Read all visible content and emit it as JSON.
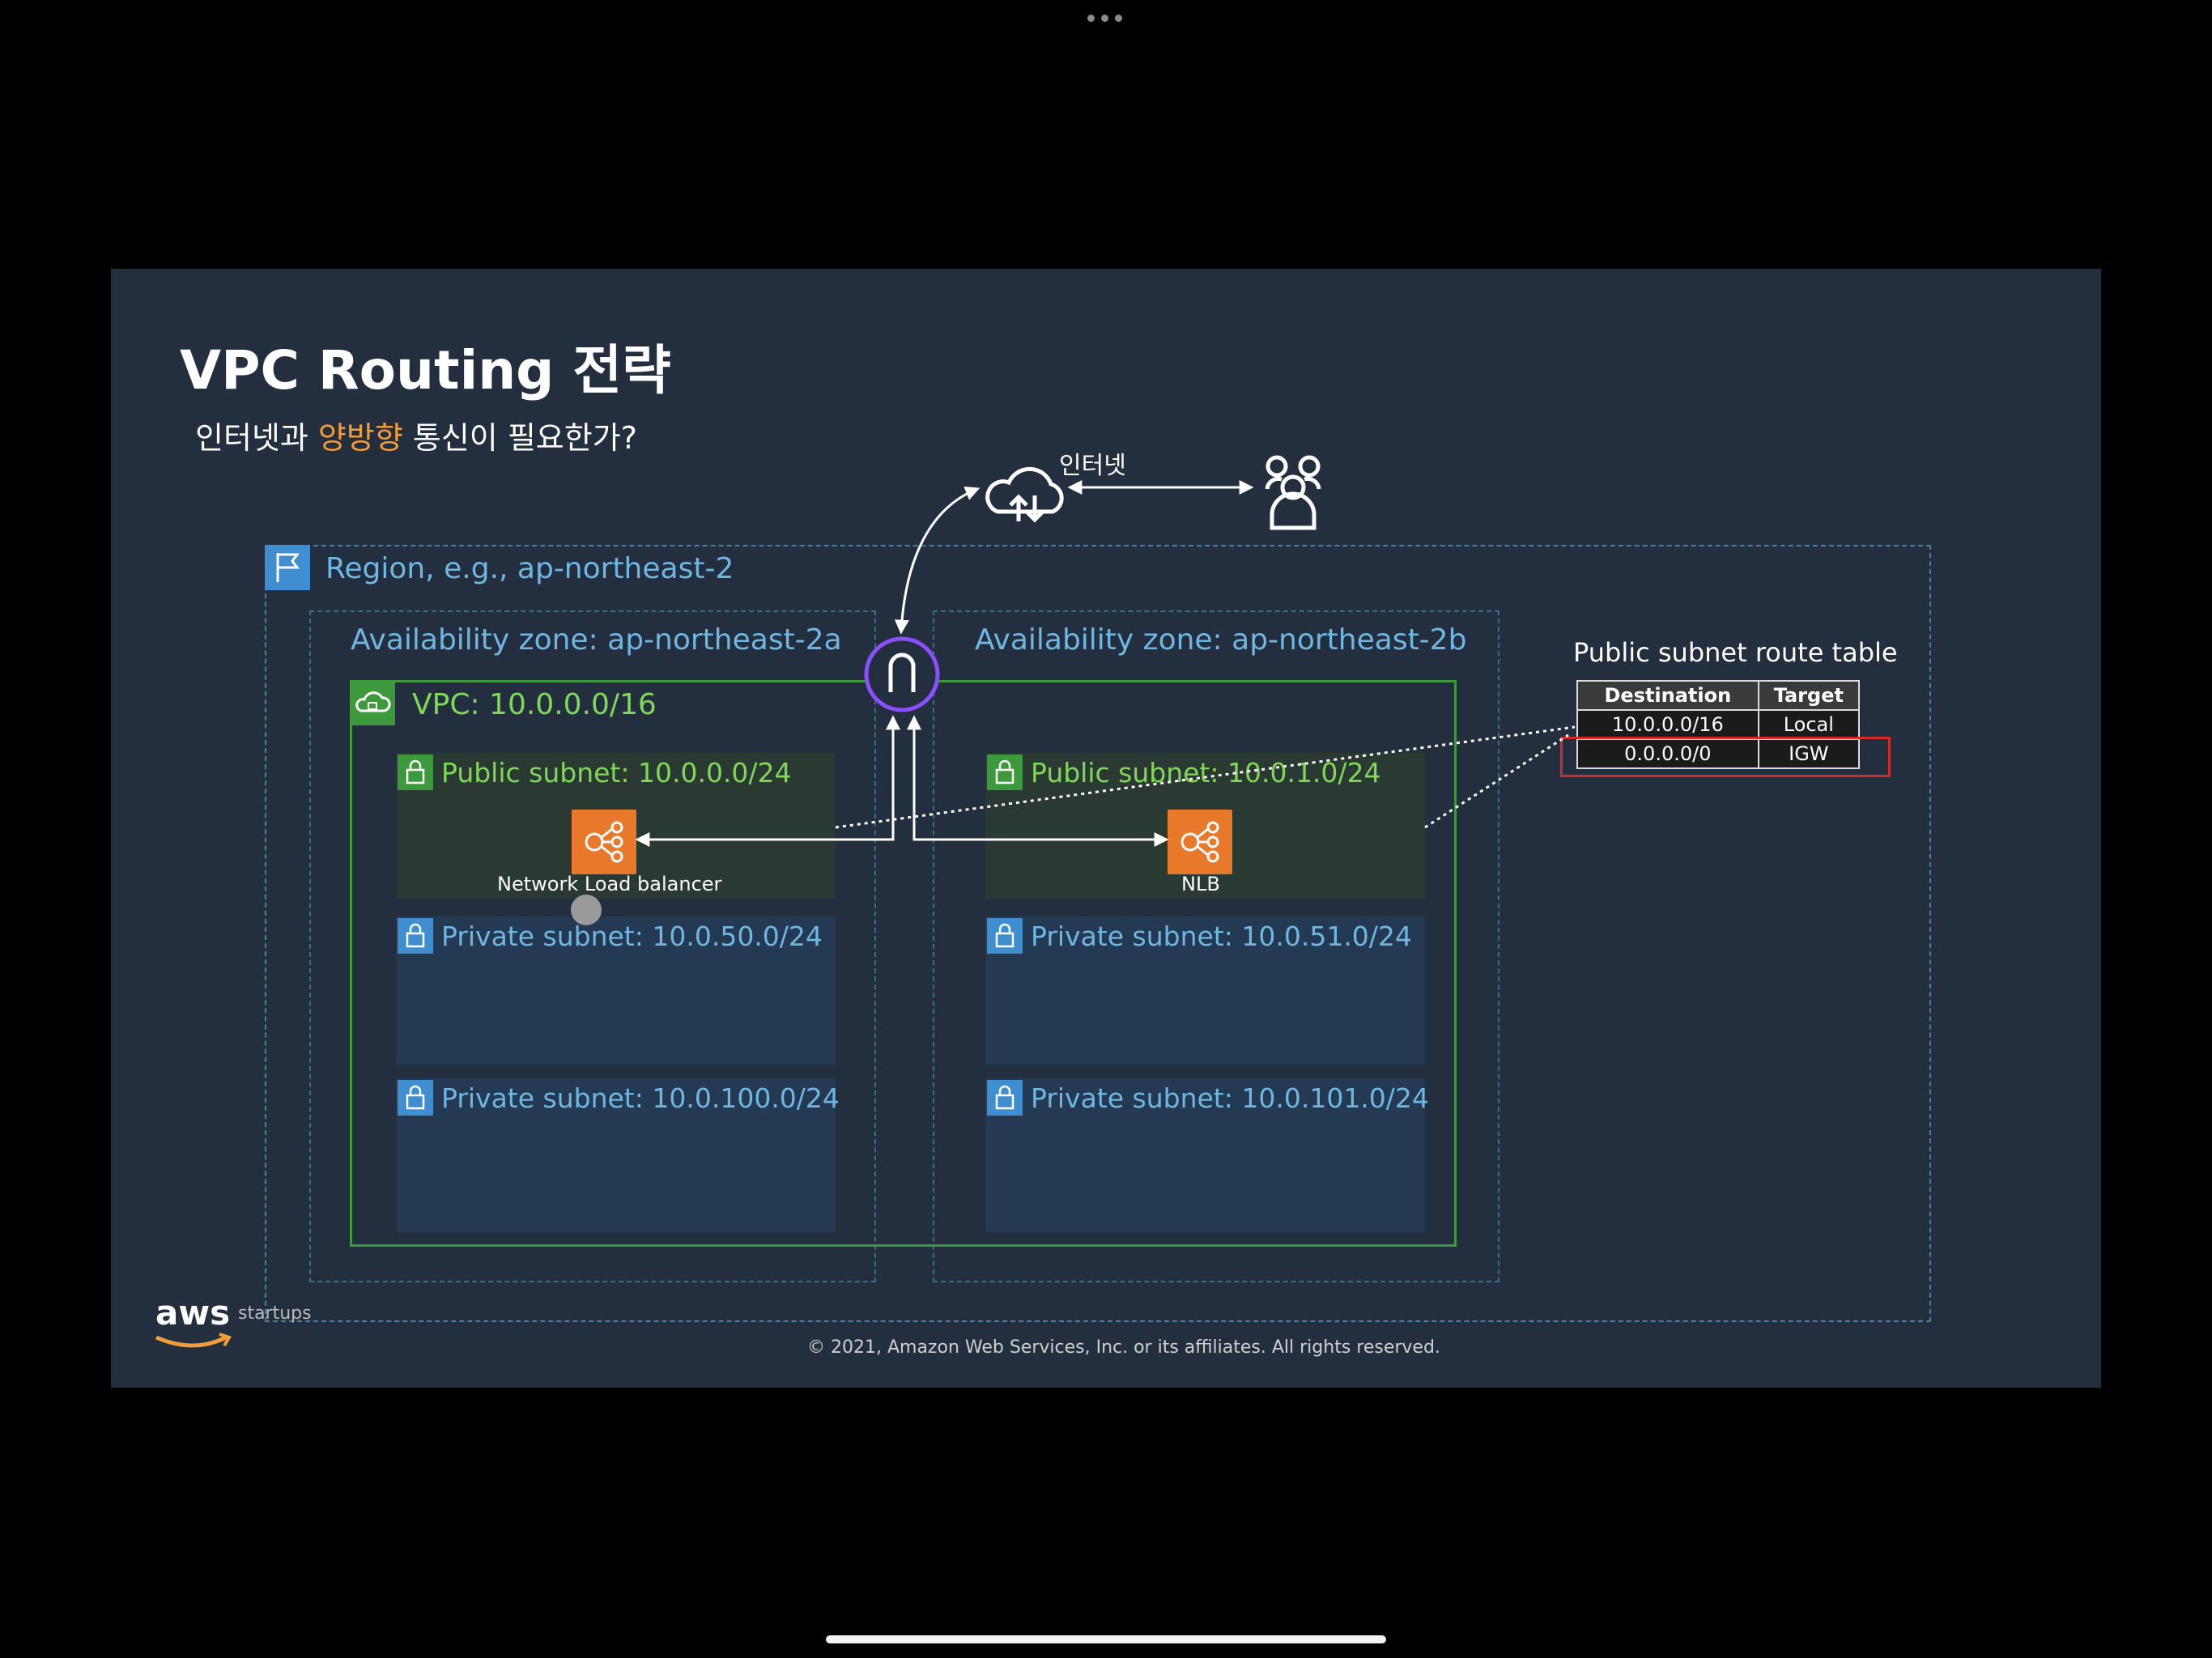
{
  "slide": {
    "title": "VPC Routing 전략",
    "subtitle_pre": "인터넷과 ",
    "subtitle_highlight": "양방향",
    "subtitle_post": " 통신이 필요한가?",
    "internet_label": "인터넷",
    "region_label": "Region, e.g., ap-northeast-2",
    "az_a_label": "Availability zone: ap-northeast-2a",
    "az_b_label": "Availability zone: ap-northeast-2b",
    "vpc_label": "VPC: 10.0.0.0/16",
    "subnets": {
      "public_a": "Public subnet: 10.0.0.0/24",
      "public_b": "Public subnet: 10.0.1.0/24",
      "private_a1": "Private subnet: 10.0.50.0/24",
      "private_b1": "Private subnet: 10.0.51.0/24",
      "private_a2": "Private subnet: 10.0.100.0/24",
      "private_b2": "Private subnet: 10.0.101.0/24"
    },
    "nlb_a_label": "Network Load balancer",
    "nlb_b_label": "NLB",
    "route_table": {
      "title": "Public subnet route table",
      "headers": [
        "Destination",
        "Target"
      ],
      "rows": [
        [
          "10.0.0.0/16",
          "Local"
        ],
        [
          "0.0.0.0/0",
          "IGW"
        ]
      ]
    },
    "aws_logo": "aws",
    "aws_sub": "startups",
    "copyright": "© 2021, Amazon Web Services, Inc. or its affiliates. All rights reserved."
  },
  "colors": {
    "background": "#000000",
    "slide_bg": "#232f3e",
    "highlight": "#f29d38",
    "vpc_green": "#3c9a3c",
    "region_blue": "#3f8ecf",
    "igw_purple": "#8c4fff",
    "nlb_orange": "#e8792b",
    "route_highlight_red": "#d32b2b"
  },
  "icons": [
    "region-flag-icon",
    "vpc-cloud-icon",
    "lock-icon",
    "nlb-icon",
    "internet-gateway-icon",
    "cloud-upload-download-icon",
    "users-icon",
    "aws-logo-icon"
  ]
}
